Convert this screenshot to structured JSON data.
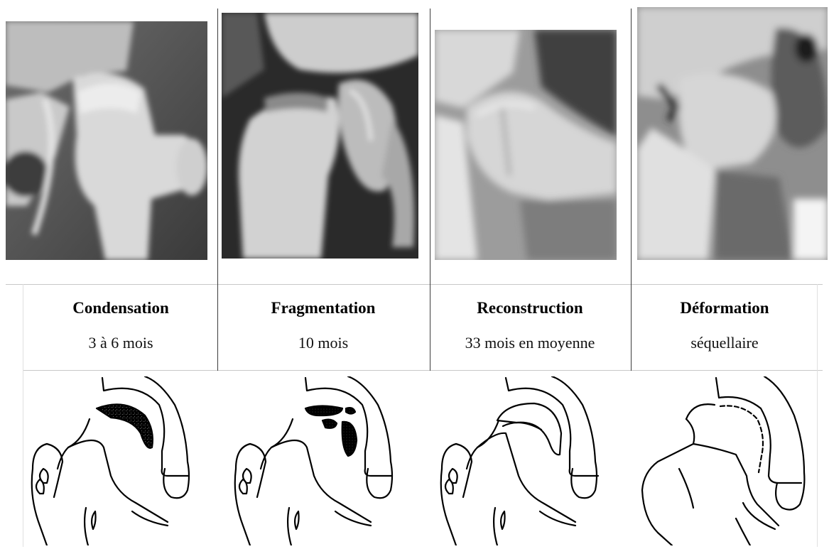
{
  "stages": [
    {
      "name": "Condensation",
      "duration": "3 à 6 mois"
    },
    {
      "name": "Fragmentation",
      "duration": "10 mois"
    },
    {
      "name": "Reconstruction",
      "duration": "33 mois en moyenne"
    },
    {
      "name": "Déformation",
      "duration": "séquellaire"
    }
  ],
  "colors": {
    "line": "#3c3c3c",
    "grid": "#c8c8c8",
    "drawing": "#000000"
  }
}
